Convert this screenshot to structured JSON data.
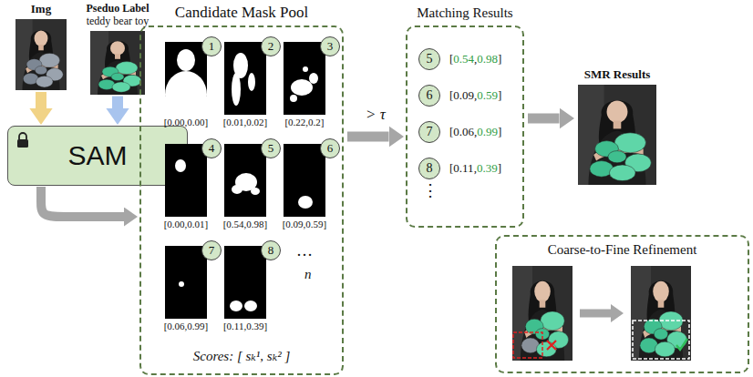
{
  "diagram": {
    "nodes": [
      {
        "text": [
          "Img"
        ]
      },
      {
        "text": [
          "Pseduo Label",
          "teddy bear toy"
        ]
      },
      {
        "text": [
          "SAM"
        ]
      },
      {
        "text": [
          "Candidate Mask Pool",
          "Scores: [ sₖ¹, sₖ² ]"
        ]
      },
      {
        "text": [
          "1",
          "[0.00,0.00]"
        ],
        "in": 3
      },
      {
        "text": [
          "2",
          "[0.01,0.02]"
        ],
        "in": 3
      },
      {
        "text": [
          "3",
          "[0.22,0.2]"
        ],
        "in": 3
      },
      {
        "text": [
          "4",
          "[0.00,0.01]"
        ],
        "in": 3
      },
      {
        "text": [
          "5",
          "[0.54,0.98]"
        ],
        "in": 3
      },
      {
        "text": [
          "6",
          "[0.09,0.59]"
        ],
        "in": 3
      },
      {
        "text": [
          "7",
          "[0.06,0.99]"
        ],
        "in": 3
      },
      {
        "text": [
          "8",
          "[0.11,0.39]"
        ],
        "in": 3
      },
      {
        "text": [
          "Matching Results"
        ]
      },
      {
        "text": [
          "5",
          "[0.54,0.98]"
        ],
        "in": 12
      },
      {
        "text": [
          "6",
          "[0.09,0.59]"
        ],
        "in": 12
      },
      {
        "text": [
          "7",
          "[0.06,0.99]"
        ],
        "in": 12
      },
      {
        "text": [
          "8",
          "[0.11,0.39]"
        ],
        "in": 12
      },
      {
        "text": [
          "SMR Results"
        ]
      },
      {
        "text": [
          "Coarse-to-Fine Refinement"
        ]
      }
    ],
    "edges": [
      {
        "from": 0,
        "to": 2,
        "arrow": "to"
      },
      {
        "from": 1,
        "to": 2,
        "arrow": "to"
      },
      {
        "from": 2,
        "to": 3,
        "arrow": "to"
      },
      {
        "from": 3,
        "to": 12,
        "label": "> τ",
        "arrow": "to"
      },
      {
        "from": 12,
        "to": 17,
        "arrow": "to"
      }
    ],
    "labels": [
      "…",
      "n",
      "⋮"
    ]
  }
}
